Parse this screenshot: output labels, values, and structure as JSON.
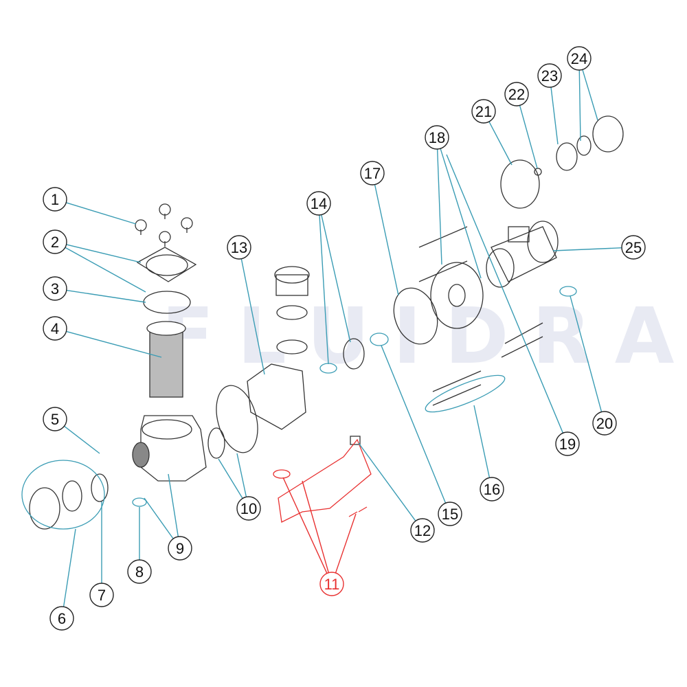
{
  "watermark": "FLUIDRA",
  "colors": {
    "leader": "#3a9cb4",
    "outline": "#333333",
    "highlight": "#e83030"
  },
  "highlighted_callout": "11",
  "callouts": [
    "1",
    "2",
    "3",
    "4",
    "5",
    "6",
    "7",
    "8",
    "9",
    "10",
    "11",
    "12",
    "13",
    "14",
    "15",
    "16",
    "17",
    "18",
    "19",
    "20",
    "21",
    "22",
    "23",
    "24",
    "25"
  ]
}
